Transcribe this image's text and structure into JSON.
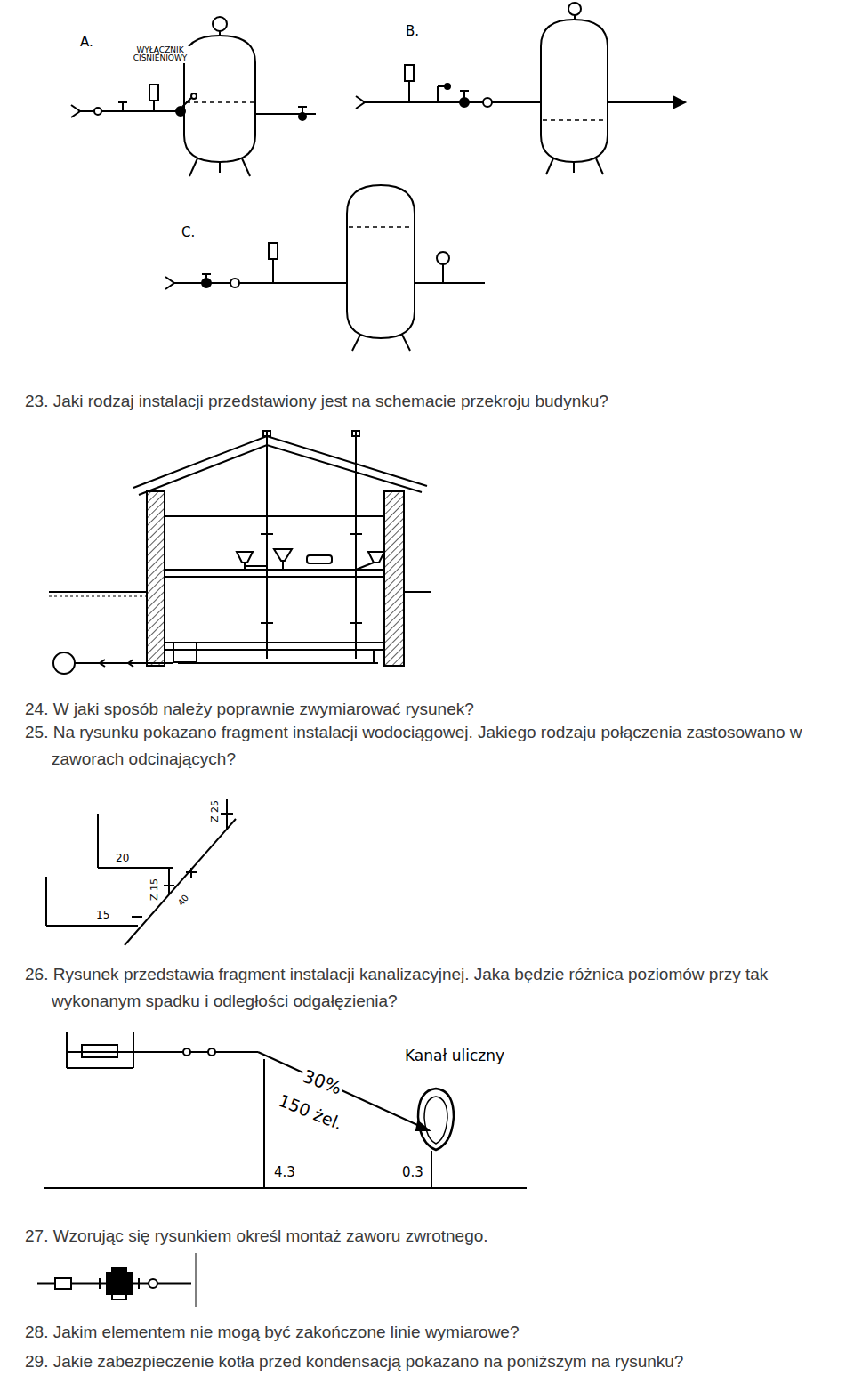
{
  "diagram": {
    "labels": [
      "A.",
      "WYŁĄCZNIK CIŚNIENIOWY",
      "B.",
      "C.",
      "23. Jaki rodzaj instalacji przedstawiony jest na schemacie przekroju budynku?",
      "24. W jaki sposób należy poprawnie zwymiarować rysunek?",
      "25. Na rysunku pokazano fragment instalacji wodociągowej. Jakiego rodzaju połączenia zastosowano w zaworach odcinających?",
      "Z 25",
      "20",
      "Z 15",
      "40",
      "15",
      "26. Rysunek przedstawia fragment instalacji kanalizacyjnej. Jaka będzie różnica poziomów przy tak wykonanym spadku i odległości odgałęzienia?",
      "30%",
      "150 żel.",
      "Kanał uliczny",
      "4.3",
      "0.3",
      "27. Wzorując się rysunkiem określ montaż zaworu zwrotnego.",
      "28. Jakim elementem nie mogą być zakończone linie wymiarowe?",
      "29. Jakie zabezpieczenie kotła przed kondensacją pokazano na poniższym na rysunku?"
    ]
  }
}
